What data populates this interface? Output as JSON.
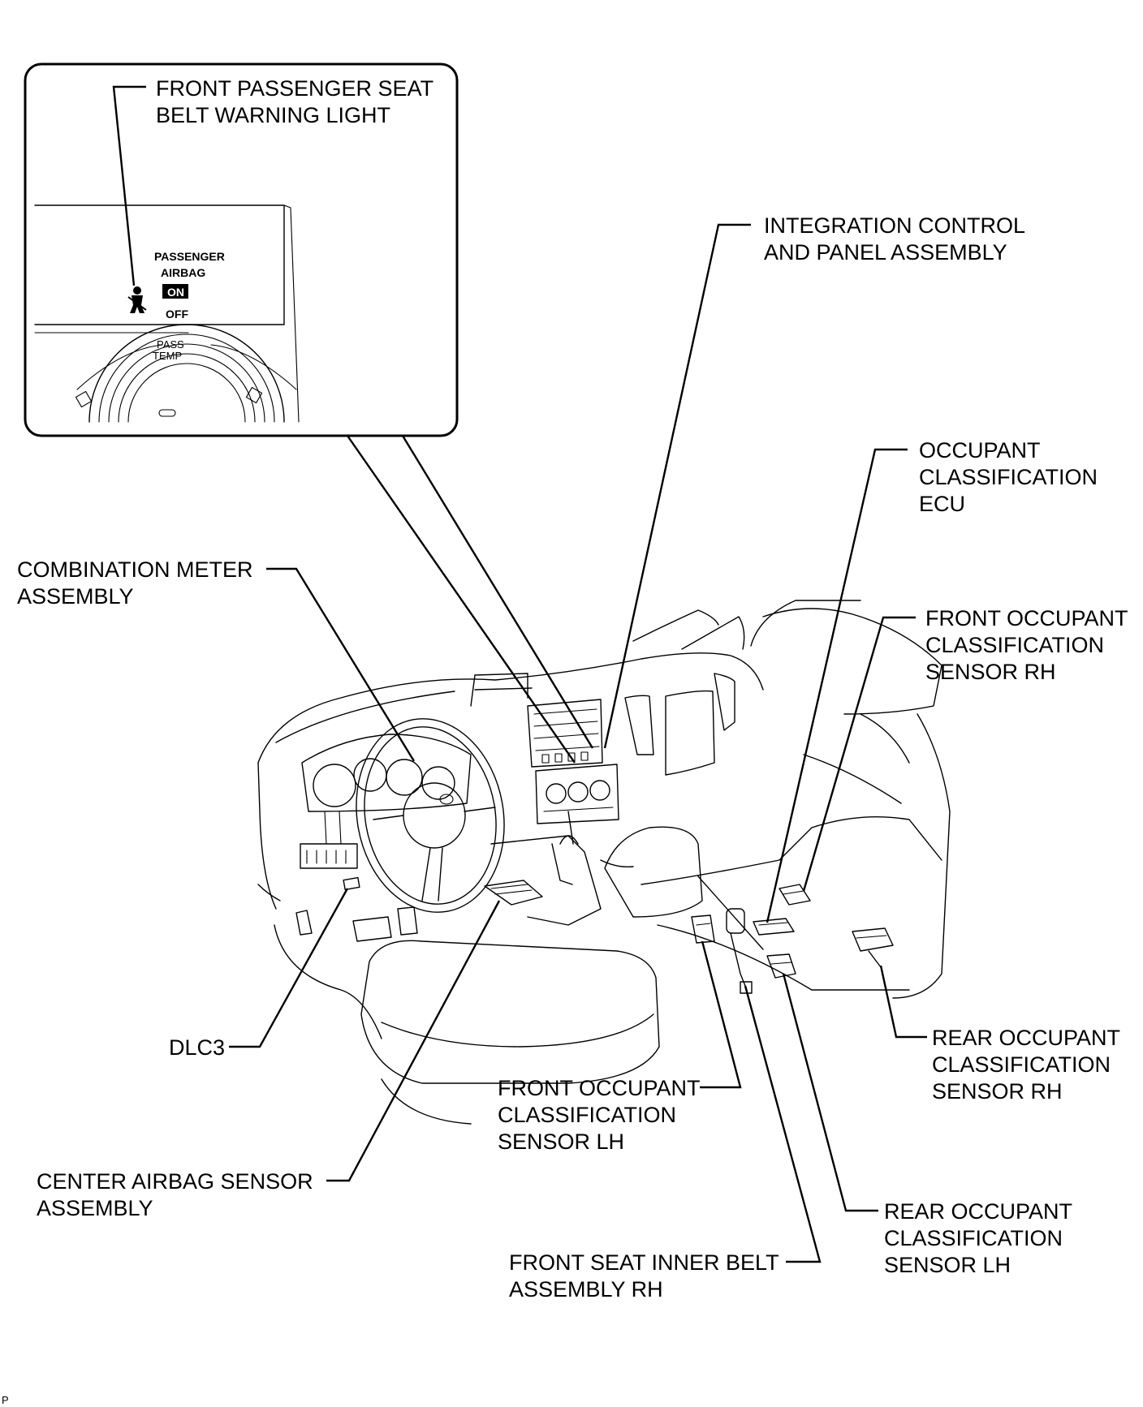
{
  "labels": {
    "seat_belt_warning": [
      "FRONT PASSENGER SEAT",
      "BELT WARNING LIGHT"
    ],
    "integration_control": [
      "INTEGRATION CONTROL",
      "AND PANEL ASSEMBLY"
    ],
    "occupant_ecu": [
      "OCCUPANT",
      "CLASSIFICATION",
      "ECU"
    ],
    "combination_meter": [
      "COMBINATION METER",
      "ASSEMBLY"
    ],
    "front_sensor_rh": [
      "FRONT OCCUPANT",
      "CLASSIFICATION",
      "SENSOR RH"
    ],
    "rear_sensor_rh": [
      "REAR OCCUPANT",
      "CLASSIFICATION",
      "SENSOR RH"
    ],
    "dlc3": [
      "DLC3"
    ],
    "front_sensor_lh": [
      "FRONT OCCUPANT",
      "CLASSIFICATION",
      "SENSOR LH"
    ],
    "center_airbag": [
      "CENTER AIRBAG SENSOR",
      "ASSEMBLY"
    ],
    "rear_sensor_lh": [
      "REAR OCCUPANT",
      "CLASSIFICATION",
      "SENSOR LH"
    ],
    "inner_belt": [
      "FRONT SEAT INNER BELT",
      "ASSEMBLY RH"
    ]
  },
  "inset": {
    "indicator_line1": "PASSENGER",
    "indicator_line2": "AIRBAG",
    "on_text": "ON",
    "off_text": "OFF",
    "knob_line1": "PASS",
    "knob_line2": "TEMP"
  },
  "figure_id": "P"
}
